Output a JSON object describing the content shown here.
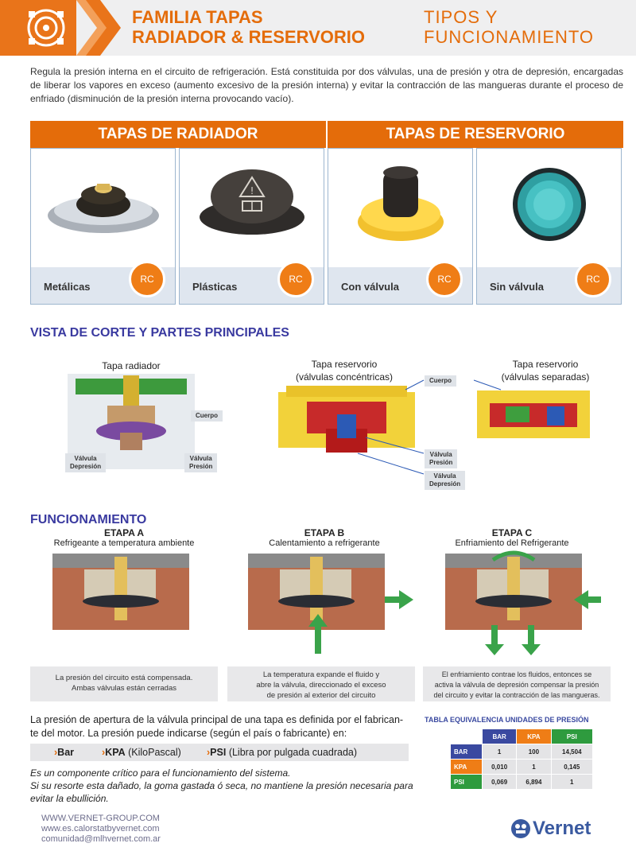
{
  "header": {
    "title_line1": "FAMILIA TAPAS",
    "title_line2": "RADIADOR &  RESERVORIO",
    "subtitle_line1": "TIPOS Y",
    "subtitle_line2": "FUNCIONAMIENTO",
    "logo_icon": "gear-cap-icon"
  },
  "intro": "Regula la presión interna en el circuito de refrigeración. Está constituida por dos válvulas, una de presión y otra de depresión, encargadas de liberar los vapores en exceso (aumento excesivo de la presión interna) y evitar la contracción de las mangueras durante el proceso de enfriado (disminución de la presión interna provocando vacío).",
  "banners": {
    "radiador": "TAPAS DE RADIADOR",
    "reservorio": "TAPAS DE RESERVORIO"
  },
  "products": [
    {
      "name": "Metálicas",
      "badge": "RC"
    },
    {
      "name": "Plásticas",
      "badge": "RC"
    },
    {
      "name": "Con válvula",
      "badge": "RC"
    },
    {
      "name": "Sin válvula",
      "badge": "RC"
    }
  ],
  "cut_view": {
    "title": "VISTA DE CORTE Y PARTES PRINCIPALES",
    "radiator_label": "Tapa radiador",
    "reservoir_conc_line1": "Tapa reservorio",
    "reservoir_conc_line2": "(válvulas concéntricas)",
    "reservoir_sep_line1": "Tapa reservorio",
    "reservoir_sep_line2": "(válvulas separadas)",
    "tag_cuerpo": "Cuerpo",
    "tag_valvula": "Válvula",
    "tag_depresion": "Depresión",
    "tag_presion": "Presión"
  },
  "operation": {
    "title": "FUNCIONAMIENTO",
    "stages": [
      {
        "title": "ETAPA A",
        "subtitle": "Refrigeante a temperatura ambiente",
        "note_line1": "La presión del circuito está compensada.",
        "note_line2": "Ambas válvulas están cerradas",
        "note_line3": ""
      },
      {
        "title": "ETAPA B",
        "subtitle": "Calentamiento a refrigerante",
        "note_line1": "La temperatura expande el fluido y",
        "note_line2": "abre la válvula, direccionado el exceso",
        "note_line3": "de presión al exterior del circuito"
      },
      {
        "title": "ETAPA C",
        "subtitle": "Enfriamiento del Refrigerante",
        "note_line1": "El enfriamiento contrae los fluidos, entonces se",
        "note_line2": "activa la válvula de depresión compensar la presión",
        "note_line3": "del circuito y evitar la contracción de las mangueras."
      }
    ]
  },
  "pressure": {
    "text_line1": "La presión de apertura de la válvula principal de una tapa es definida por el fabrican-",
    "text_line2": "te del motor. La presión puede indicarse (según el país o fabricante) en:",
    "units": [
      {
        "abbr": "Bar",
        "desc": ""
      },
      {
        "abbr": "KPA",
        "desc": "(KiloPascal)"
      },
      {
        "abbr": "PSI",
        "desc": "(Libra por pulgada cuadrada)"
      }
    ],
    "warning_line1": "Es un componente crítico para el funcionamiento del sistema.",
    "warning_line2": "Si su resorte esta dañado, la goma gastada ó seca, no mantiene la presión necesaria para",
    "warning_line3": "evitar la ebullición."
  },
  "equivalence_table": {
    "title": "TABLA EQUIVALENCIA UNIDADES DE PRESIÓN",
    "columns": [
      "BAR",
      "KPA",
      "PSI"
    ],
    "rows": [
      {
        "unit": "BAR",
        "values": [
          "1",
          "100",
          "14,504"
        ]
      },
      {
        "unit": "KPA",
        "values": [
          "0,010",
          "1",
          "0,145"
        ]
      },
      {
        "unit": "PSI",
        "values": [
          "0,069",
          "6,894",
          "1"
        ]
      }
    ],
    "colors": {
      "bar": "#3a49a0",
      "kpa": "#ef7d16",
      "psi": "#2e9b3e"
    }
  },
  "footer": {
    "link1": "WWW.VERNET-GROUP.COM",
    "link2": "www.es.calorstatbyvernet.com",
    "link3": "comunidad@mlhvernet.com.ar",
    "brand": "Vernet"
  }
}
